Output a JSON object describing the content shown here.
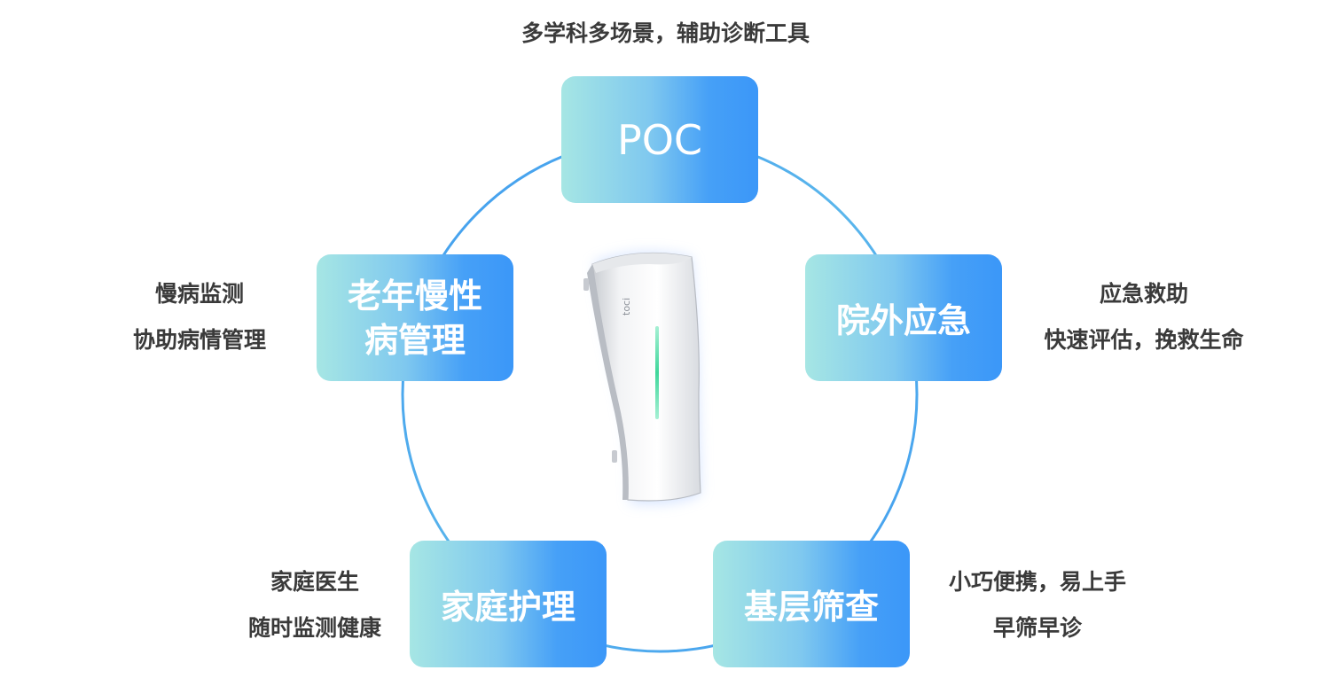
{
  "header": {
    "title": "多学科多场景，辅助诊断工具"
  },
  "nodes": {
    "poc": {
      "label": "POC"
    },
    "emergency": {
      "label": "院外应急",
      "desc": [
        "应急救助",
        "快速评估，挽救生命"
      ]
    },
    "screening": {
      "label": "基层筛查",
      "desc": [
        "小巧便携，易上手",
        "早筛早诊"
      ]
    },
    "home": {
      "label": "家庭护理",
      "desc": [
        "家庭医生",
        "随时监测健康"
      ]
    },
    "chronic": {
      "label_lines": [
        "老年慢性",
        "病管理"
      ],
      "desc": [
        "慢病监测",
        "协助病情管理"
      ]
    }
  },
  "colors": {
    "ring": "#4aa3ef",
    "box_start": "#a6e6e4",
    "box_end": "#3b97f8",
    "text": "#3a3a3a"
  },
  "device": {
    "brand_mark": "toci"
  }
}
